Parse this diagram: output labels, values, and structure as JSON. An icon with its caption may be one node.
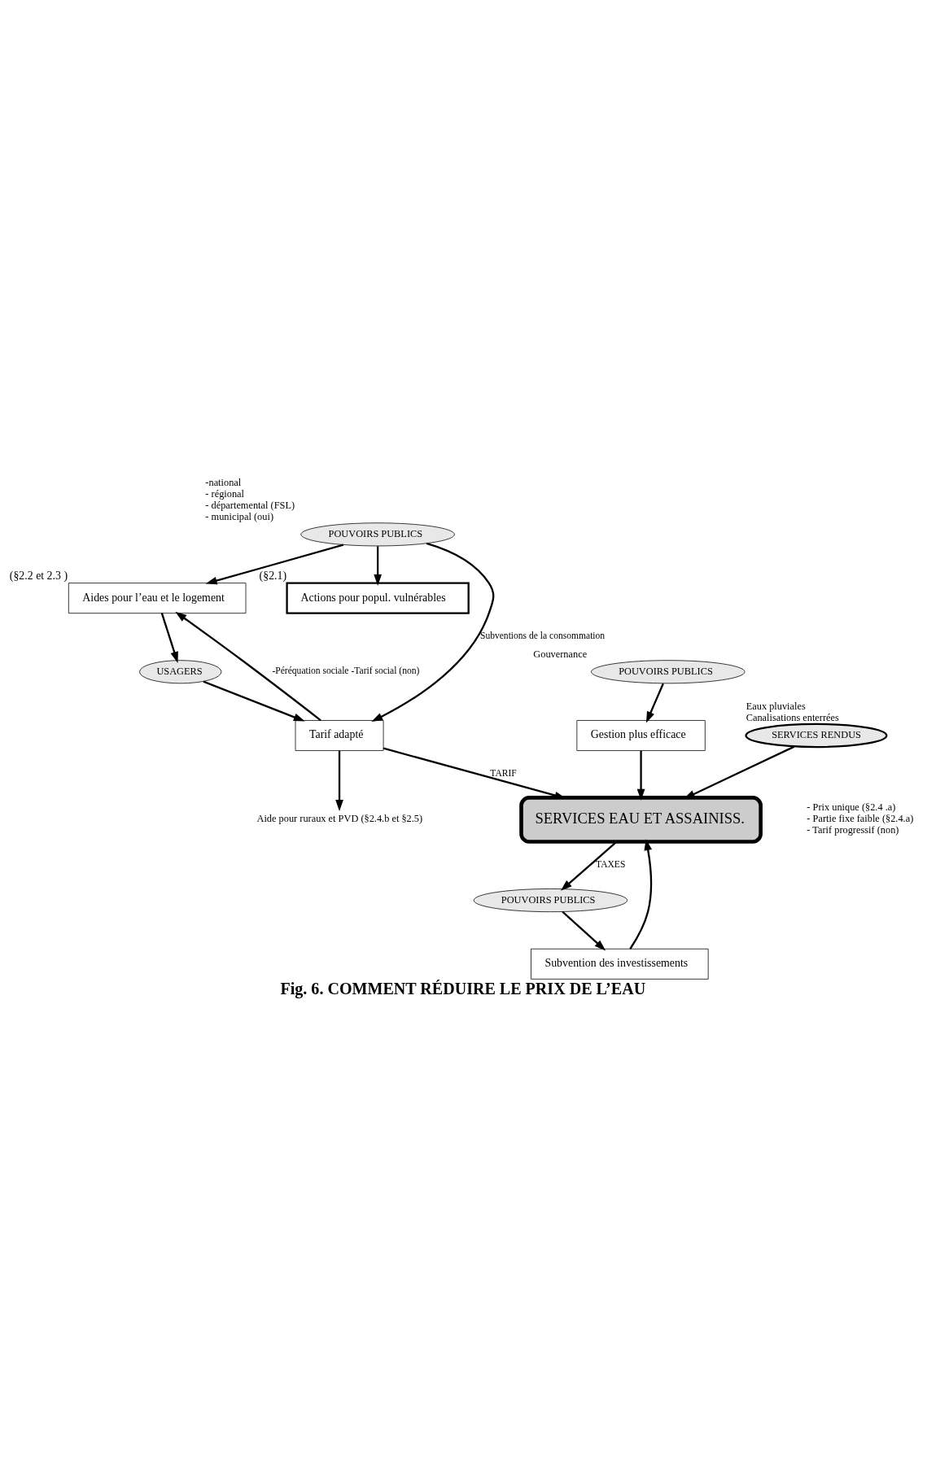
{
  "diagram": {
    "caption": "Fig. 6. COMMENT RÉDUIRE LE PRIX DE L’EAU",
    "nodes": [
      {
        "text": [
          "POUVOIRS PUBLICS"
        ],
        "beside": [
          "-national",
          "- régional",
          "- départemental (FSL)",
          "- municipal (oui)"
        ]
      },
      {
        "text": [
          "Aides pour l’eau et le logement"
        ],
        "beside": [
          "(§2.2 et 2.3 )"
        ]
      },
      {
        "text": [
          "Actions pour popul. vulnérables"
        ],
        "beside": [
          "(§2.1)"
        ]
      },
      {
        "text": [
          "USAGERS"
        ]
      },
      {
        "text": [
          "Tarif adapté"
        ]
      },
      {
        "text": [
          "SERVICES EAU ET ASSAINISS."
        ]
      },
      {
        "text": [
          "Gestion plus efficace"
        ]
      },
      {
        "text": [
          "POUVOIRS PUBLICS"
        ],
        "beside": [
          "Gouvernance"
        ]
      },
      {
        "text": [
          "SERVICES RENDUS"
        ],
        "beside": [
          "Eaux pluviales",
          "Canalisations enterrées"
        ]
      },
      {
        "text": [
          "Subvention des investissements"
        ]
      },
      {
        "text": [
          "POUVOIRS PUBLICS"
        ]
      },
      {
        "text": [
          "Aide pour ruraux et PVD (§2.4.b et §2.5)"
        ]
      }
    ],
    "edges": [
      {
        "from": 0,
        "to": 4,
        "arrow": "to",
        "label": "Subventions de la consommation"
      },
      {
        "from": 0,
        "to": 1,
        "arrow": "to"
      },
      {
        "from": 0,
        "to": 2,
        "arrow": "to"
      },
      {
        "from": 1,
        "to": 3,
        "arrow": "to"
      },
      {
        "from": 3,
        "to": 4,
        "arrow": "to"
      },
      {
        "from": 4,
        "to": 1,
        "arrow": "to",
        "label": "-Péréquation sociale -Tarif social (non)"
      },
      {
        "from": 4,
        "to": 5,
        "arrow": "to",
        "label": "TARIF"
      },
      {
        "from": 4,
        "to": 11,
        "arrow": "to"
      },
      {
        "from": 6,
        "to": 5,
        "arrow": "to"
      },
      {
        "from": 7,
        "to": 6,
        "arrow": "to"
      },
      {
        "from": 8,
        "to": 5,
        "arrow": "to"
      },
      {
        "from": 9,
        "to": 5,
        "arrow": "to"
      },
      {
        "from": 5,
        "to": 10,
        "arrow": "to",
        "label": "TAXES"
      },
      {
        "from": 10,
        "to": 9,
        "arrow": "to"
      }
    ],
    "labels": [
      "- Prix unique (§2.4 .a)",
      "- Partie fixe faible (§2.4.a)",
      "- Tarif progressif (non)"
    ]
  }
}
